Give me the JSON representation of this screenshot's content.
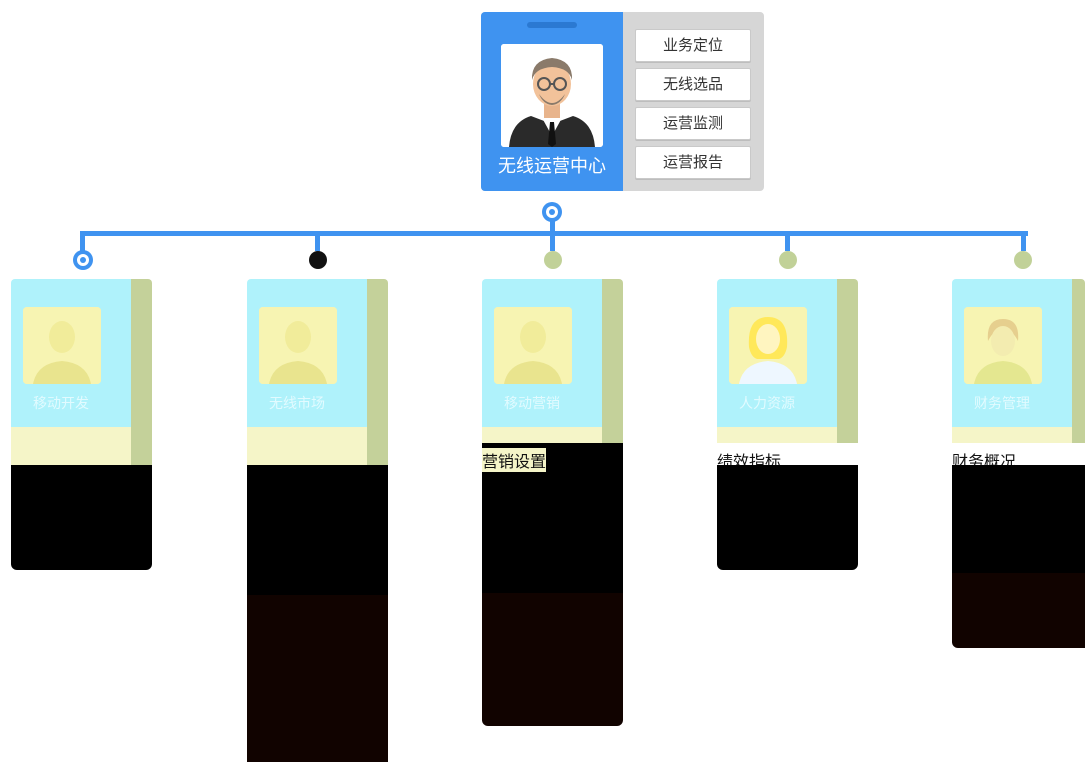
{
  "top": {
    "title": "无线运营中心",
    "menu": [
      "业务定位",
      "无线选品",
      "运营监测",
      "运营报告"
    ]
  },
  "departments": [
    {
      "name": "移动开发",
      "label": ""
    },
    {
      "name": "无线市场",
      "label": ""
    },
    {
      "name": "移动营销",
      "label": "营销设置"
    },
    {
      "name": "人力资源",
      "label": "绩效指标"
    },
    {
      "name": "财务管理",
      "label": "财务概况"
    }
  ],
  "colors": {
    "accent": "#3f93f0",
    "menu_bg": "#d6d6d6",
    "card_head": "#aff2fb",
    "card_side": "#c4d19a",
    "node_green": "#c1d198"
  }
}
